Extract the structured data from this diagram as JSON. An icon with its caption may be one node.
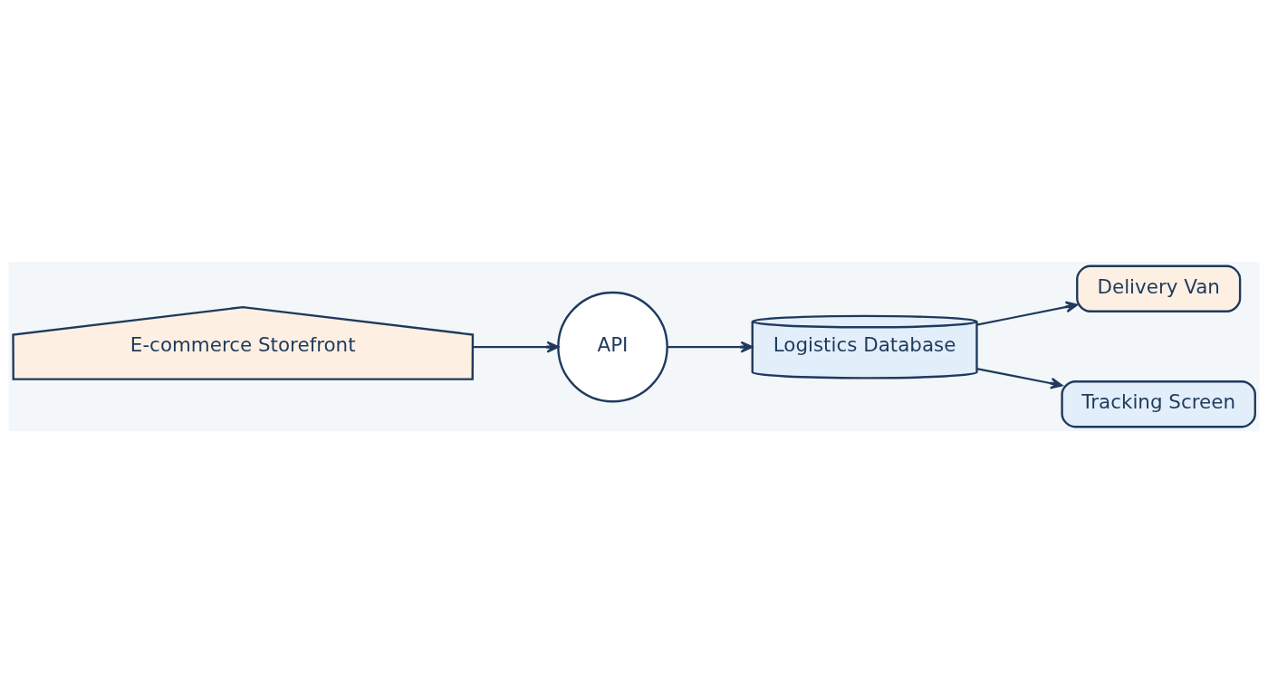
{
  "diagram": {
    "nodes": [
      {
        "text": [
          "E-commerce Storefront"
        ]
      },
      {
        "text": [
          "API"
        ]
      },
      {
        "text": [
          "Logistics Database"
        ]
      },
      {
        "text": [
          "Delivery Van"
        ]
      },
      {
        "text": [
          "Tracking Screen"
        ]
      }
    ],
    "edges": [
      {
        "from": 0,
        "to": 1,
        "arrow": "to"
      },
      {
        "from": 1,
        "to": 2,
        "arrow": "to"
      },
      {
        "from": 2,
        "to": 3,
        "arrow": "to"
      },
      {
        "from": 2,
        "to": 4,
        "arrow": "to"
      }
    ]
  }
}
